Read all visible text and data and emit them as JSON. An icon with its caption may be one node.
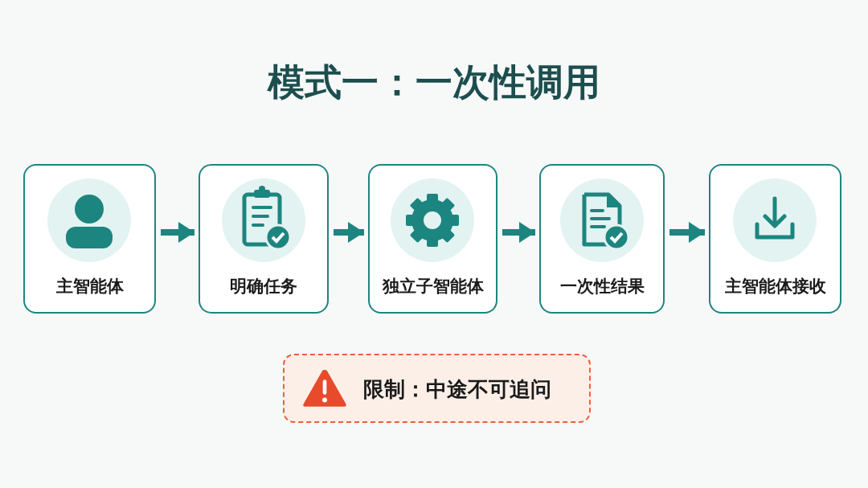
{
  "diagram": {
    "title": "模式一：一次性调用",
    "nodes": [
      {
        "text": [
          "主智能体"
        ]
      },
      {
        "text": [
          "明确任务"
        ]
      },
      {
        "text": [
          "独立子智能体"
        ]
      },
      {
        "text": [
          "一次性结果"
        ]
      },
      {
        "text": [
          "主智能体接收"
        ]
      },
      {
        "text": [
          "限制：中途不可追问"
        ]
      }
    ],
    "edges": [
      {
        "from": 0,
        "to": 1,
        "arrow": "to"
      },
      {
        "from": 1,
        "to": 2,
        "arrow": "to"
      },
      {
        "from": 2,
        "to": 3,
        "arrow": "to"
      },
      {
        "from": 3,
        "to": 4,
        "arrow": "to"
      }
    ]
  }
}
